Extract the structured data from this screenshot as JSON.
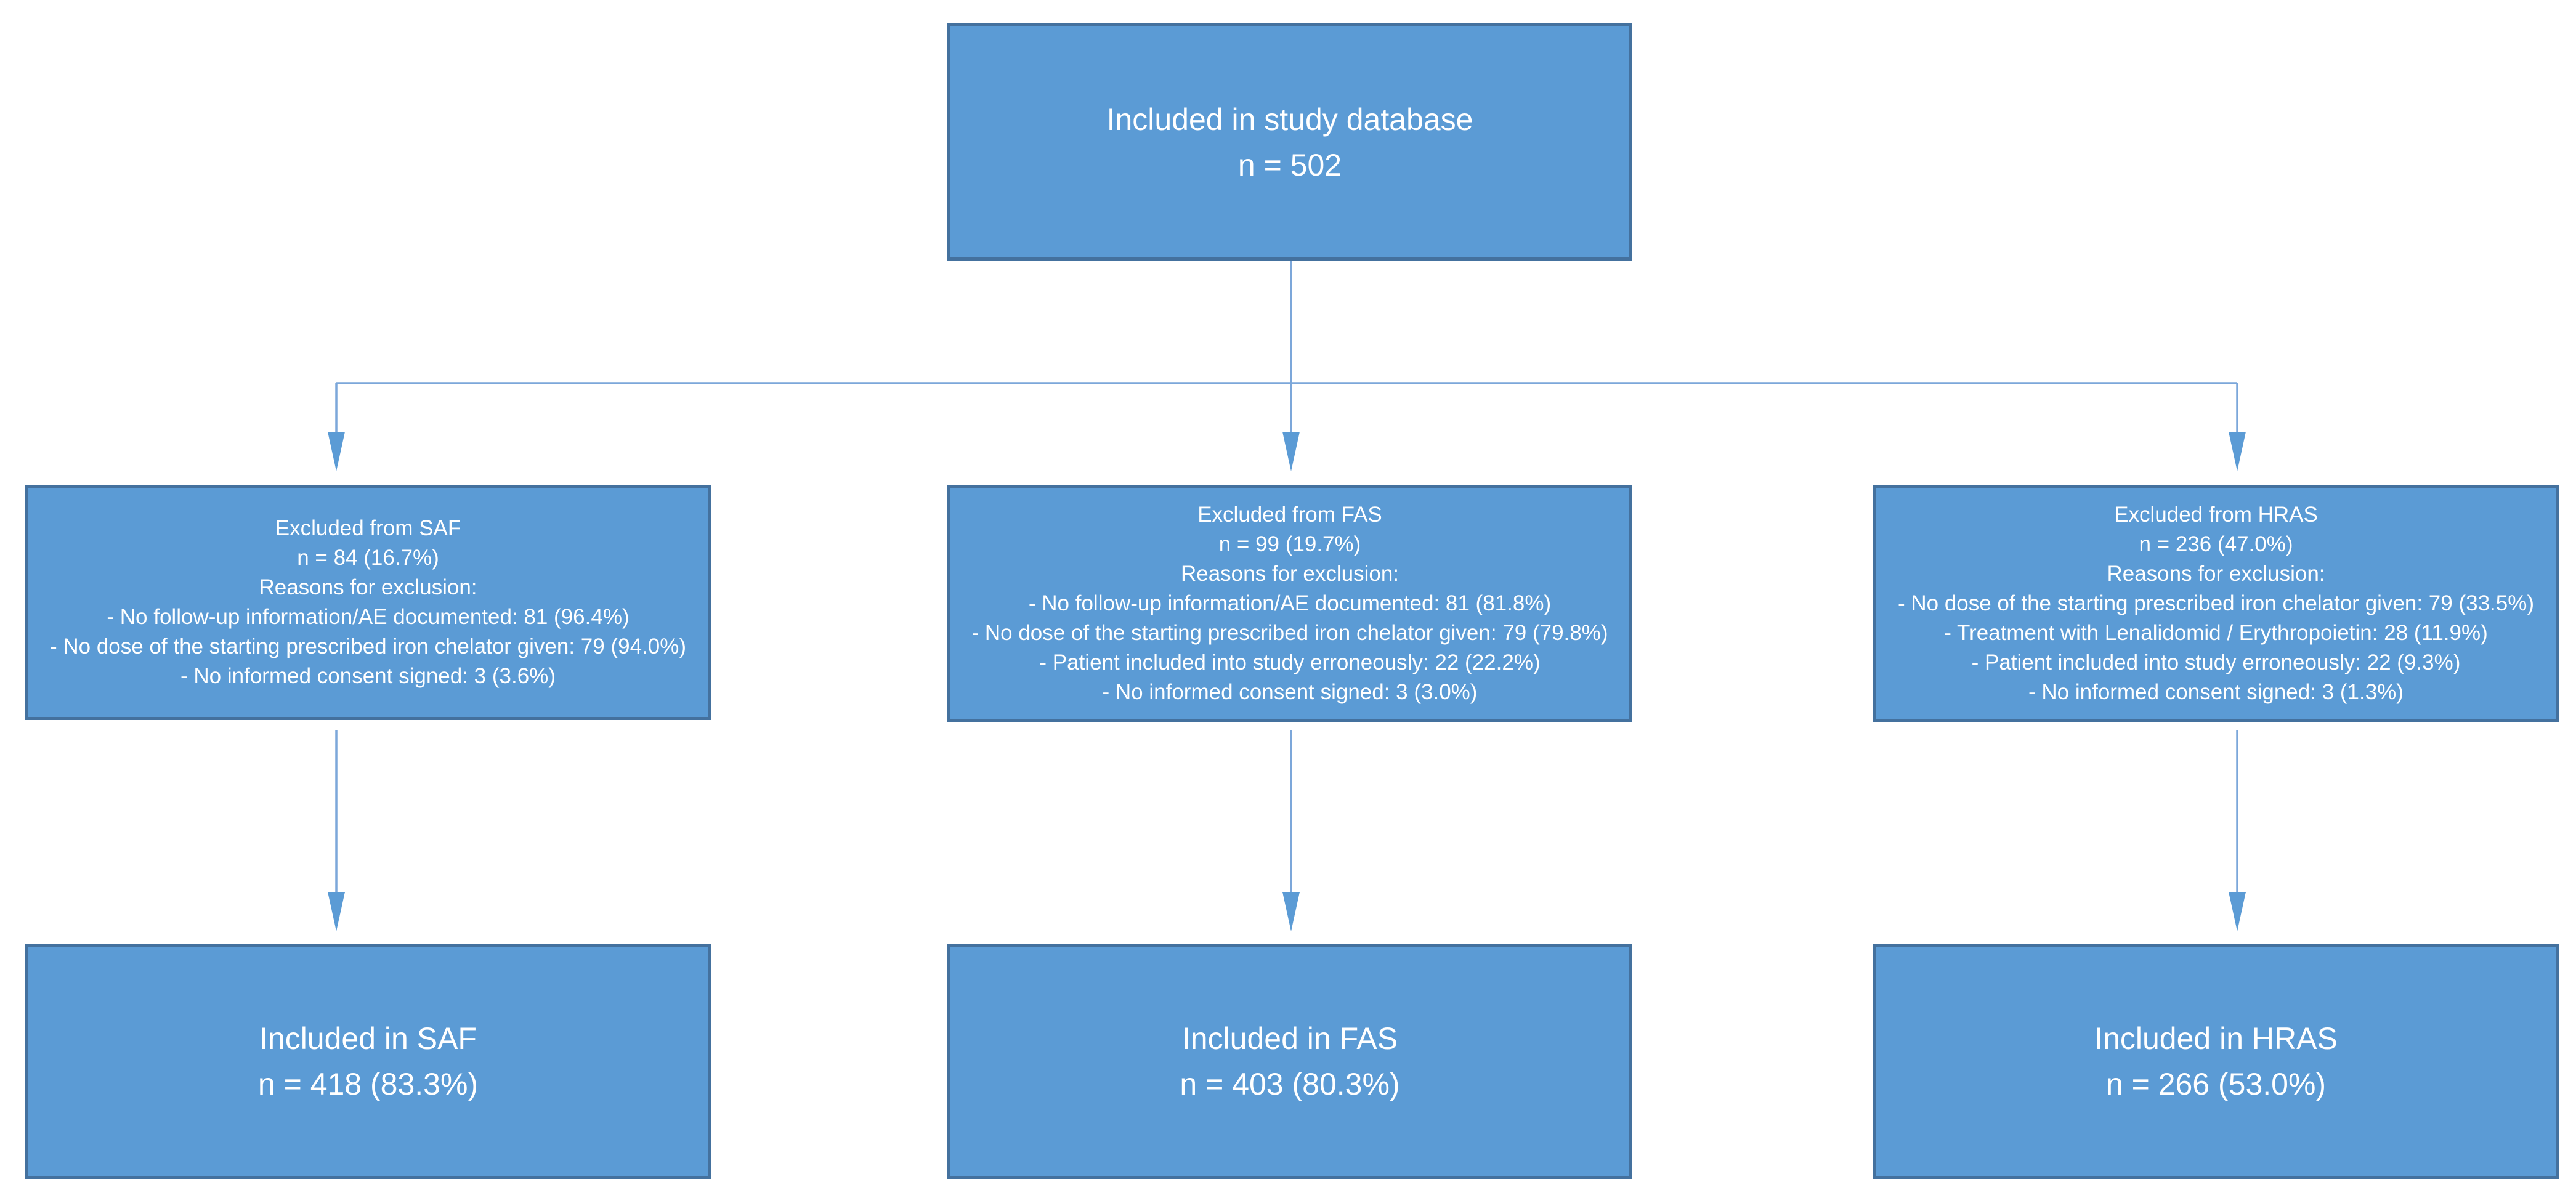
{
  "diagram": {
    "type": "study-flow-chart",
    "colors": {
      "box_fill": "#5B9BD5",
      "box_border": "#44719E",
      "connector_line": "#7CA7DA",
      "arrowhead_fill": "#5B9BD5",
      "text": "#FFFFFF",
      "background": "#FFFFFF"
    },
    "nodes": {
      "study_database": {
        "lines": [
          "Included in study database",
          "n = 502"
        ]
      },
      "excluded_saf": {
        "lines": [
          "Excluded from SAF",
          "n = 84 (16.7%)",
          "Reasons for exclusion:",
          "- No follow-up information/AE documented: 81 (96.4%)",
          "- No dose of the starting prescribed iron chelator given: 79 (94.0%)",
          "- No informed consent signed: 3 (3.6%)"
        ]
      },
      "excluded_fas": {
        "lines": [
          "Excluded from FAS",
          "n = 99 (19.7%)",
          "Reasons for exclusion:",
          "- No follow-up information/AE documented: 81 (81.8%)",
          "- No dose of the starting prescribed iron chelator given: 79 (79.8%)",
          "- Patient included into study erroneously: 22 (22.2%)",
          "- No informed consent signed: 3 (3.0%)"
        ]
      },
      "excluded_hras": {
        "lines": [
          "Excluded from HRAS",
          "n = 236 (47.0%)",
          "Reasons for exclusion:",
          "- No dose of the starting prescribed iron chelator given: 79 (33.5%)",
          "- Treatment with Lenalidomid / Erythropoietin: 28 (11.9%)",
          "- Patient included into study erroneously: 22 (9.3%)",
          "- No informed consent signed: 3 (1.3%)"
        ]
      },
      "included_saf": {
        "lines": [
          "Included in SAF",
          "n = 418 (83.3%)"
        ]
      },
      "included_fas": {
        "lines": [
          "Included in FAS",
          "n = 403 (80.3%)"
        ]
      },
      "included_hras": {
        "lines": [
          "Included in HRAS",
          "n = 266 (53.0%)"
        ]
      }
    }
  }
}
